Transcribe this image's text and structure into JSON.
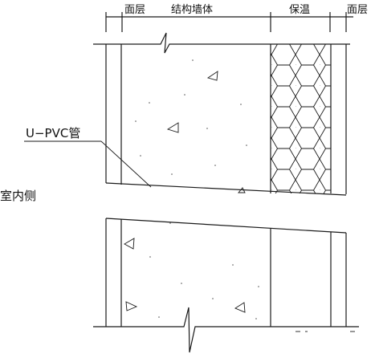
{
  "labels": {
    "face_layer_left": "面层",
    "structural_wall": "结构墙体",
    "insulation": "保温",
    "face_layer_right": "面层",
    "pipe_label": "U−PVC管",
    "indoor_side": "室内侧"
  },
  "colors": {
    "line": "#1a1a1a",
    "background": "#ffffff",
    "aggregate_dots": "#555555"
  },
  "icons": {
    "insulation_pattern": "hexagon-honeycomb",
    "concrete_aggregate": "triangle-marks"
  }
}
